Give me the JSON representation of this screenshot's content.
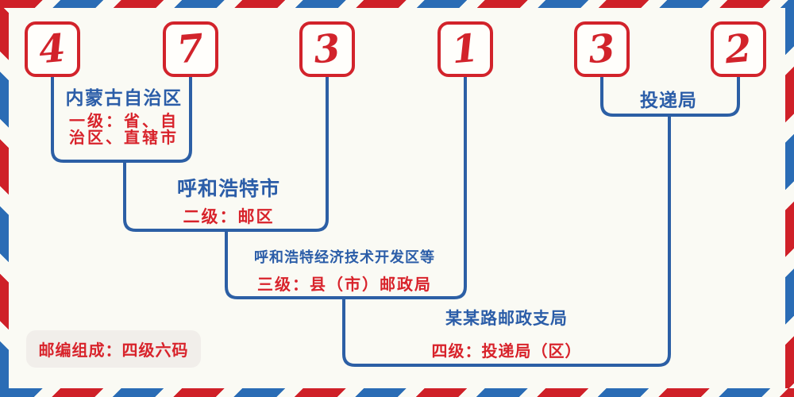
{
  "postal_code": {
    "digits": [
      "4",
      "7",
      "3",
      "1",
      "3",
      "2"
    ]
  },
  "levels": [
    {
      "name": "内蒙古自治区",
      "desc_lines": [
        "一级：省、自",
        "治区、直辖市"
      ]
    },
    {
      "name": "呼和浩特市",
      "desc_lines": [
        "二级：邮区"
      ]
    },
    {
      "name": "呼和浩特经济技术开发区等",
      "desc_lines": [
        "三级：县（市）邮政局"
      ]
    },
    {
      "name": "某某路邮政支局",
      "desc_lines": [
        "四级：投递局（区）"
      ]
    }
  ],
  "delivery_label": "投递局",
  "footer_badge": "邮编组成：四级六码",
  "colors": {
    "digit_red": "#d2232b",
    "text_red": "#d8232b",
    "text_blue": "#2b5da8",
    "line_blue": "#2c5fa5",
    "border_red": "#cf2028",
    "border_blue": "#2a6cb5",
    "background": "#fafaf4",
    "badge_background": "#f1eeea"
  }
}
